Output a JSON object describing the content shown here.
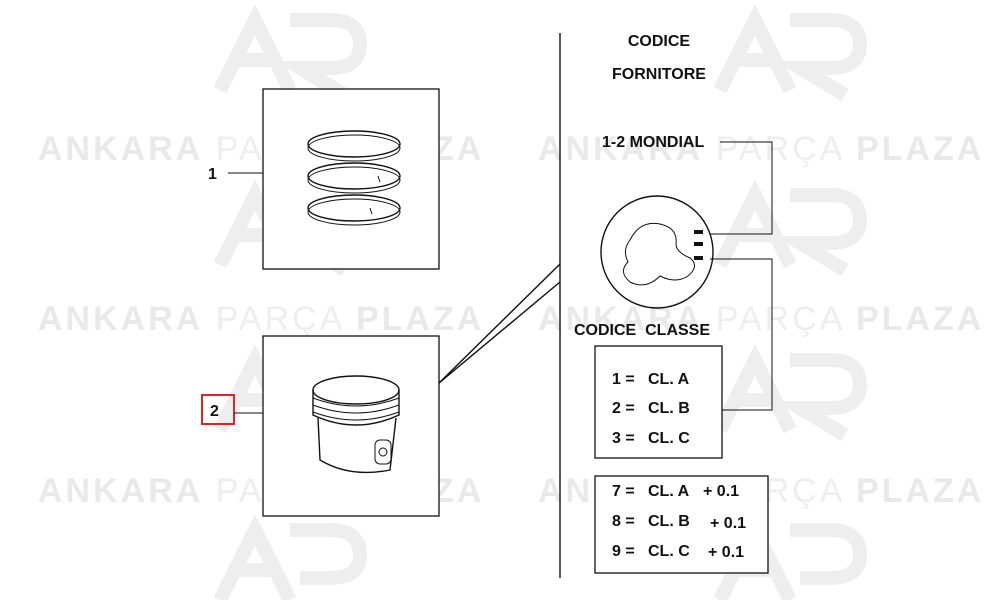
{
  "watermark": {
    "word1": "ANKARA",
    "word2": "PARÇA",
    "word3": "PLAZA"
  },
  "callouts": [
    {
      "number": "1"
    },
    {
      "number": "2"
    }
  ],
  "highlight_color": "#d9272e",
  "header": {
    "line1": "CODICE",
    "line2": "FORNITORE"
  },
  "supplier": "1-2 MONDIAL",
  "class_title": "CODICE  CLASSE",
  "class_table": [
    {
      "code": "1 =",
      "cls": "CL. A",
      "offset": ""
    },
    {
      "code": "2 =",
      "cls": "CL. B",
      "offset": ""
    },
    {
      "code": "3 =",
      "cls": "CL. C",
      "offset": ""
    }
  ],
  "oversize_table": [
    {
      "code": "7 =",
      "cls": "CL. A",
      "offset": "+ 0.1"
    },
    {
      "code": "8 =",
      "cls": "CL. B",
      "offset": "+ 0.1"
    },
    {
      "code": "9 =",
      "cls": "CL. C",
      "offset": "+ 0.1"
    }
  ]
}
